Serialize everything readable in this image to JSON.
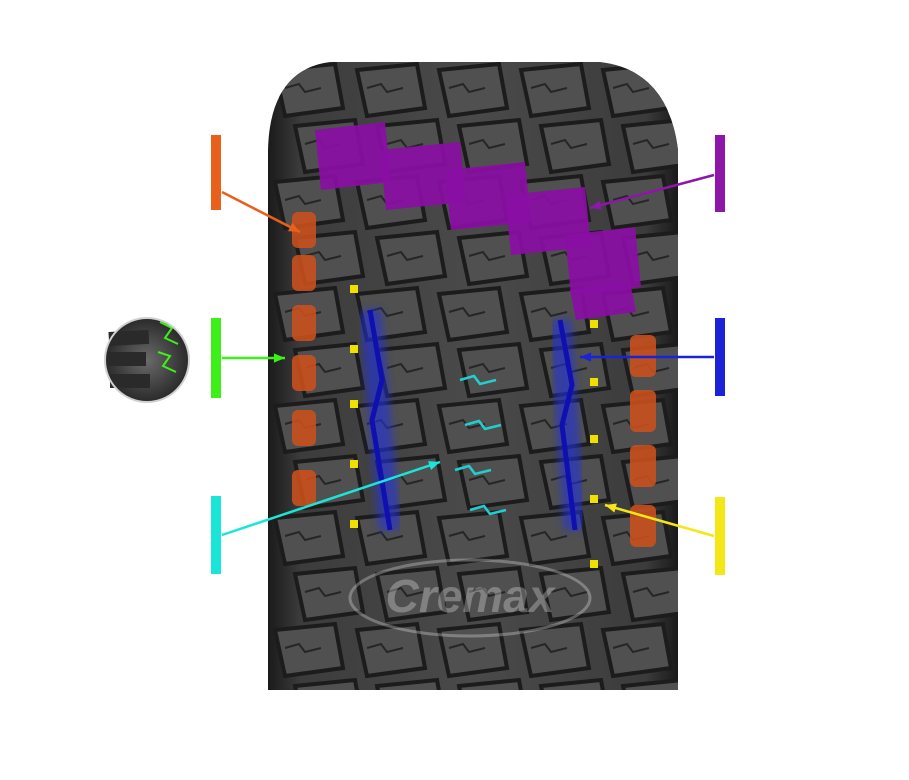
{
  "image": {
    "subject": "tire-tread-closeup",
    "watermark_text": "Cremax"
  },
  "colors": {
    "background": "#ffffff",
    "tire_rubber": "#3a3a3a",
    "tire_dark": "#1e1e1e",
    "marker_orange": "#e8611c",
    "marker_purple": "#8e16a8",
    "marker_green": "#3ef01a",
    "marker_blue": "#1b22d8",
    "marker_cyan": "#19e6d8",
    "marker_yellow": "#f5e617",
    "highlight_orange": "#c8501e",
    "highlight_purple": "#8a0ea4",
    "highlight_blue": "#2030e0",
    "highlight_cyan": "#20d0d0",
    "highlight_yellow": "#f0e000"
  },
  "callouts": [
    {
      "id": "shoulder-blocks",
      "color_key": "marker_orange",
      "side": "left"
    },
    {
      "id": "sidewall-inset",
      "color_key": "marker_green",
      "side": "left"
    },
    {
      "id": "center-sipes",
      "color_key": "marker_cyan",
      "side": "left"
    },
    {
      "id": "tread-logo-blocks",
      "color_key": "marker_purple",
      "side": "right"
    },
    {
      "id": "circumferential-grooves",
      "color_key": "marker_blue",
      "side": "right"
    },
    {
      "id": "stone-ejectors",
      "color_key": "marker_yellow",
      "side": "right"
    }
  ]
}
